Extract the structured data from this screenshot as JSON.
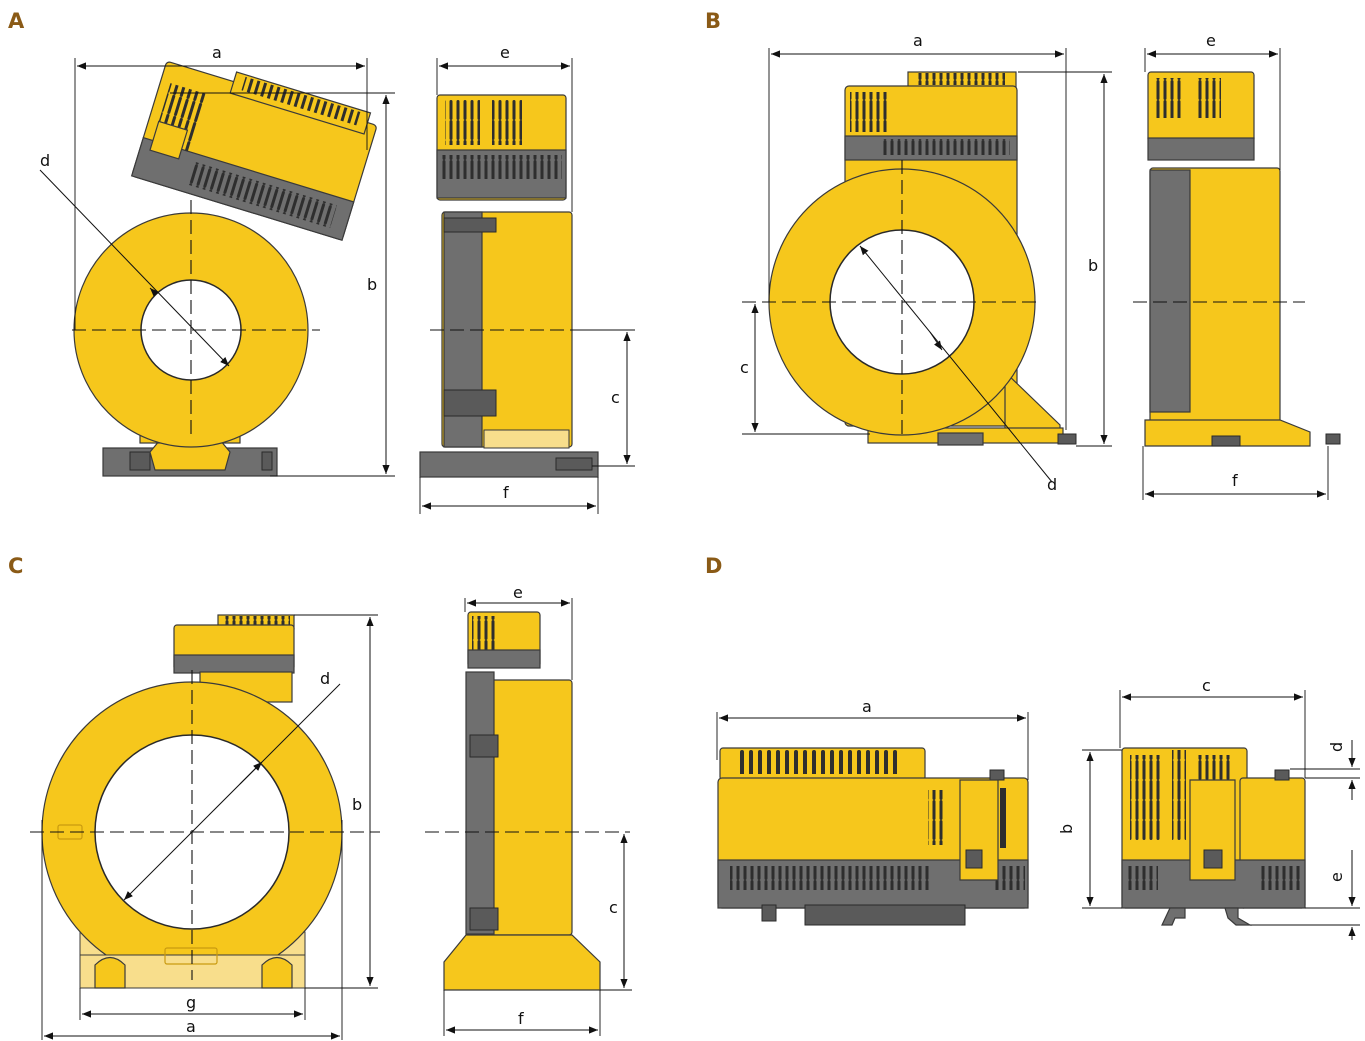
{
  "panels": [
    {
      "letter": "A",
      "dims": {
        "a": "a",
        "b": "b",
        "c": "c",
        "d": "d",
        "e": "e",
        "f": "f"
      }
    },
    {
      "letter": "B",
      "dims": {
        "a": "a",
        "b": "b",
        "c": "c",
        "d": "d",
        "e": "e",
        "f": "f"
      }
    },
    {
      "letter": "C",
      "dims": {
        "a": "a",
        "b": "b",
        "c": "c",
        "d": "d",
        "e": "e",
        "f": "f",
        "g": "g"
      }
    },
    {
      "letter": "D",
      "dims": {
        "a": "a",
        "b": "b",
        "c": "c",
        "d": "d",
        "e": "e"
      }
    }
  ],
  "colors": {
    "housing_yellow": "#f6c71c",
    "housing_gray": "#6f6f6f",
    "panel_letter_brown": "#8a5a16",
    "dimension_line": "#111111"
  }
}
